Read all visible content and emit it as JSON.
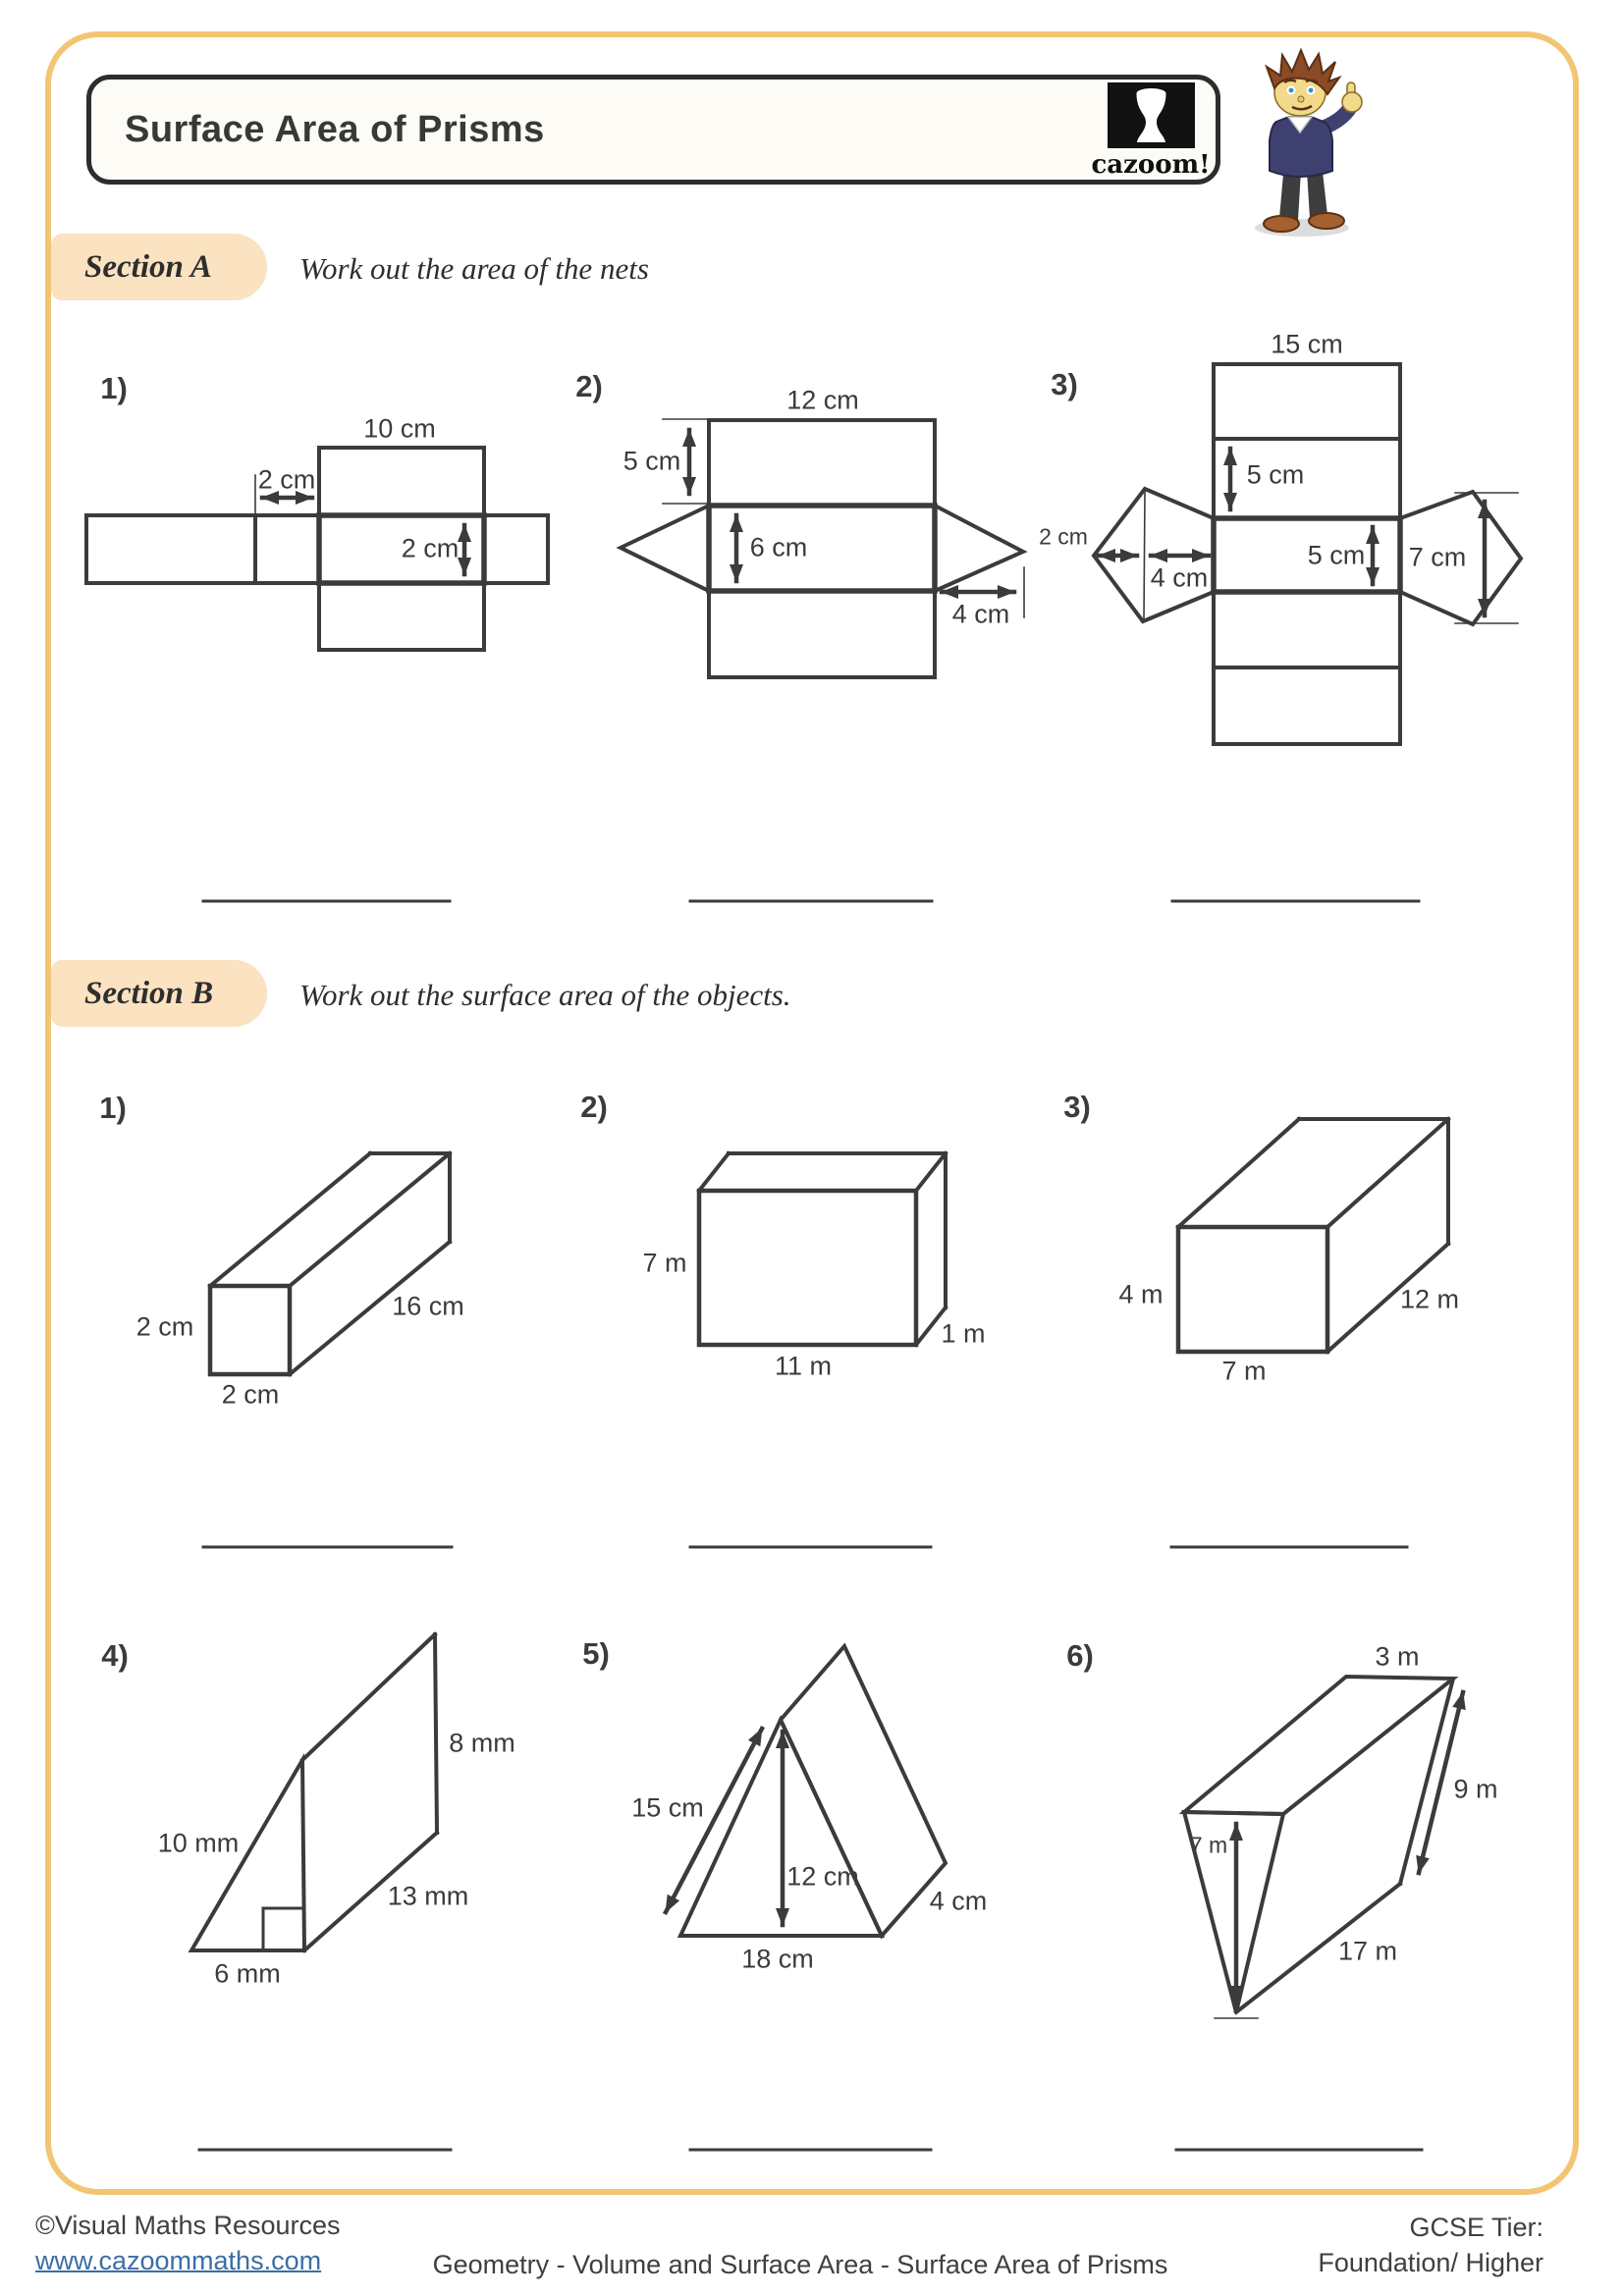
{
  "header": {
    "title": "Surface Area of Prisms",
    "logo_text": "cazoom!"
  },
  "sections": {
    "a": {
      "label": "Section A",
      "instruction": "Work out the area of the nets"
    },
    "b": {
      "label": "Section B",
      "instruction": "Work out the surface area of the objects."
    }
  },
  "sectionA": {
    "q1": {
      "number": "1)",
      "labels": [
        "10 cm",
        "2 cm",
        "2 cm"
      ]
    },
    "q2": {
      "number": "2)",
      "labels": [
        "12 cm",
        "5 cm",
        "6 cm",
        "4 cm"
      ]
    },
    "q3": {
      "number": "3)",
      "labels": [
        "15 cm",
        "5 cm",
        "2 cm",
        "4 cm",
        "5 cm",
        "7 cm"
      ]
    }
  },
  "sectionB": {
    "q1": {
      "number": "1)",
      "labels": [
        "2 cm",
        "2 cm",
        "16 cm"
      ]
    },
    "q2": {
      "number": "2)",
      "labels": [
        "7 m",
        "11 m",
        "1 m"
      ]
    },
    "q3": {
      "number": "3)",
      "labels": [
        "4 m",
        "7 m",
        "12 m"
      ]
    },
    "q4": {
      "number": "4)",
      "labels": [
        "10 mm",
        "8 mm",
        "13 mm",
        "6 mm"
      ]
    },
    "q5": {
      "number": "5)",
      "labels": [
        "15 cm",
        "12 cm",
        "18 cm",
        "4 cm"
      ]
    },
    "q6": {
      "number": "6)",
      "labels": [
        "3 m",
        "9 m",
        "7 m",
        "17 m"
      ]
    }
  },
  "footer": {
    "copyright": "©Visual Maths Resources",
    "url": "www.cazoommaths.com",
    "center": "Geometry - Volume and Surface Area - Surface Area of Prisms",
    "tier_line1": "GCSE Tier:",
    "tier_line2": "Foundation/ Higher"
  },
  "colors": {
    "page_border": "#f2c573",
    "section_pill": "#fbe2c0",
    "ink": "#3b3b3b",
    "link": "#3c6ea5",
    "logo_bg": "#111111"
  },
  "icons": {
    "logo": "cazoom-goblet",
    "mascot": "cartoon-boy-thumbs-up"
  }
}
